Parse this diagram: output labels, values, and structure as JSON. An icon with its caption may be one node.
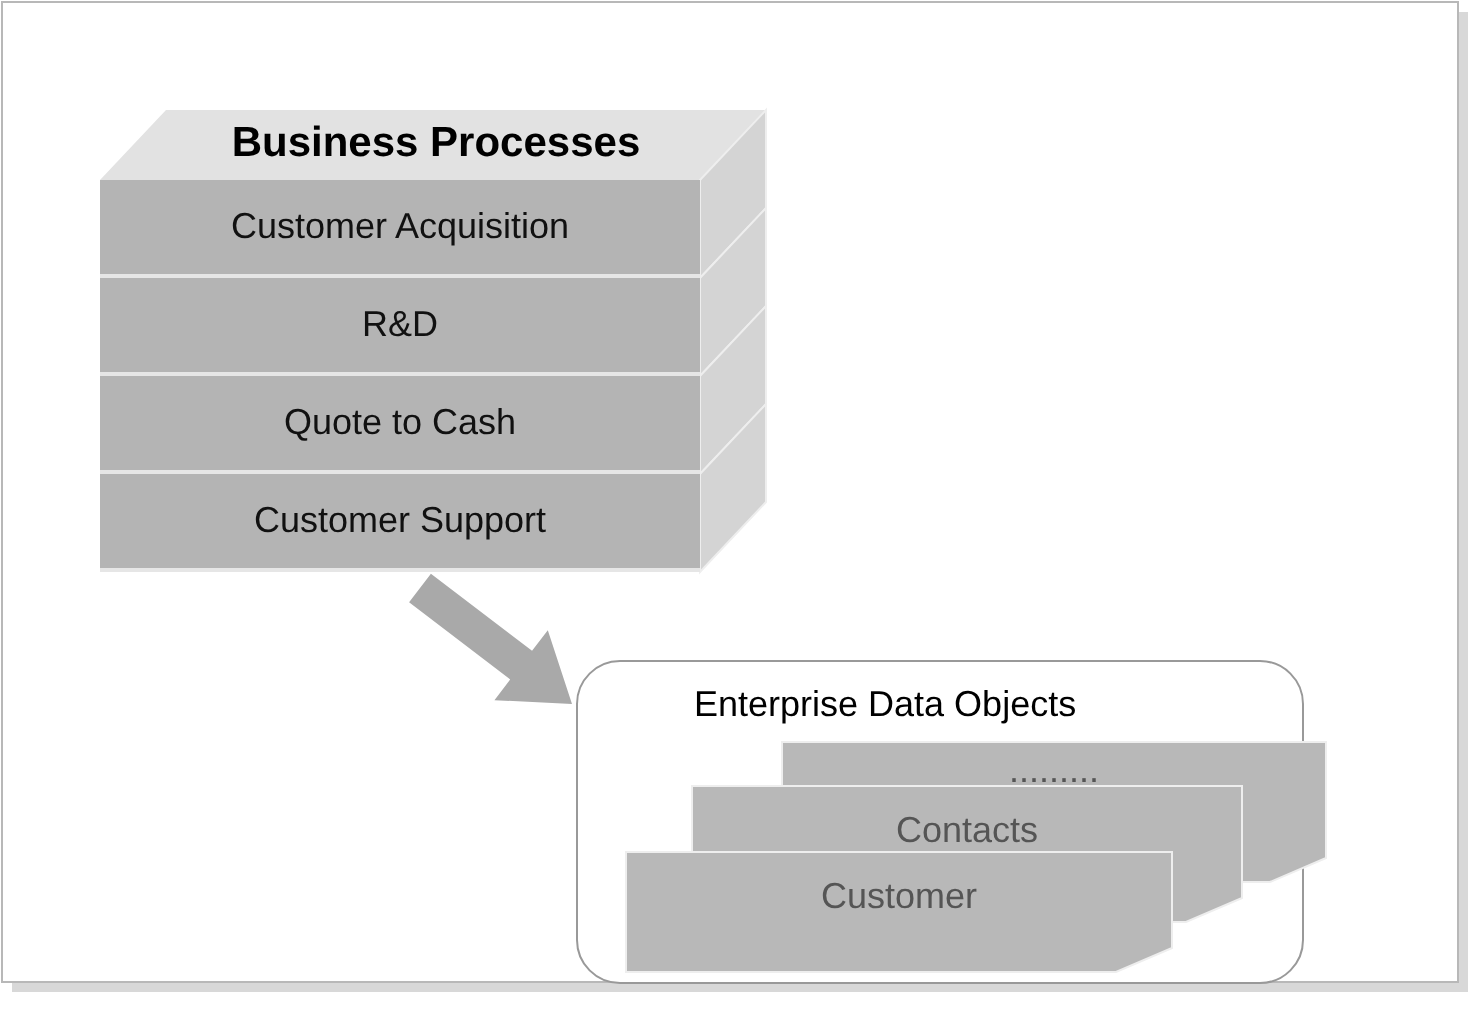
{
  "diagram": {
    "nodes": [
      {
        "text": [
          "Business Processes"
        ]
      },
      {
        "text": [
          "Customer Acquisition"
        ],
        "in": 0
      },
      {
        "text": [
          "R&D"
        ],
        "in": 0
      },
      {
        "text": [
          "Quote to Cash"
        ],
        "in": 0
      },
      {
        "text": [
          "Customer Support"
        ],
        "in": 0
      },
      {
        "text": [
          "Enterprise Data Objects"
        ]
      },
      {
        "text": [
          "........."
        ],
        "in": 5
      },
      {
        "text": [
          "Contacts"
        ],
        "in": 5
      },
      {
        "text": [
          "Customer"
        ],
        "in": 5
      }
    ],
    "edges": [
      {
        "from": 0,
        "to": 5,
        "arrow": "to",
        "style": "thick"
      }
    ]
  }
}
